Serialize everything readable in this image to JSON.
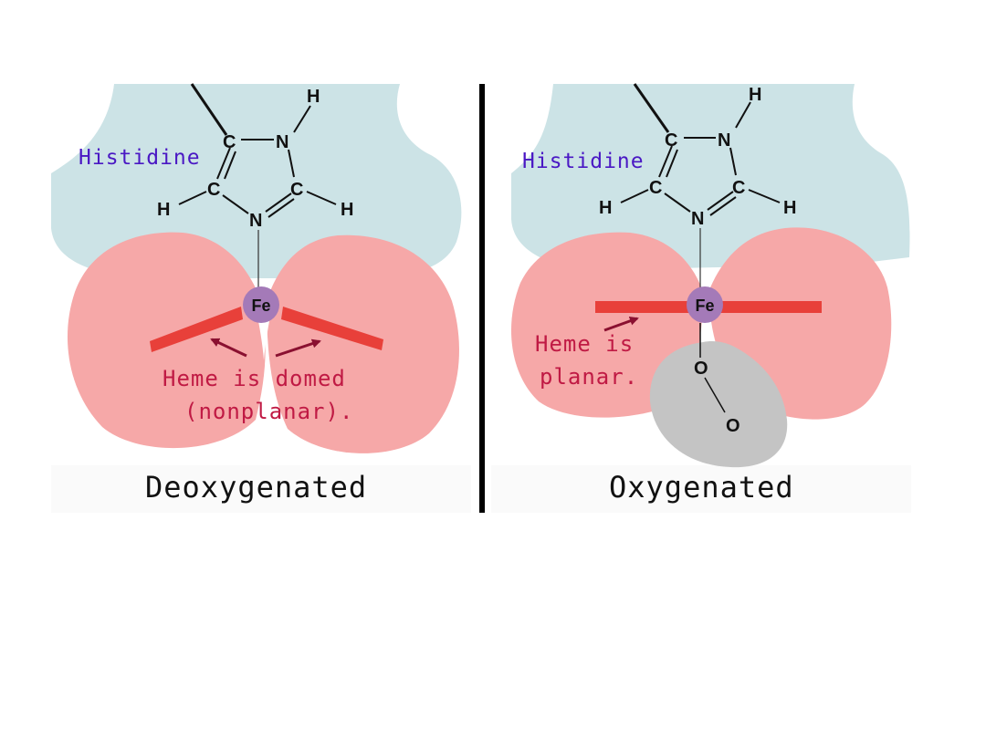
{
  "colors": {
    "background": "#ffffff",
    "protein": "#cce3e6",
    "heme_pocket": "#f6a8a8",
    "heme_plane": "#e8403a",
    "iron": "#a47ab8",
    "oxygen": "#c4c4c4",
    "residue_label": "#4a18c4",
    "annotation": "#c01a44",
    "arrow": "#8a1030",
    "divider": "#000000"
  },
  "panels": [
    {
      "title": "Deoxygenated",
      "residue_label": "Histidine",
      "atoms": {
        "iron": "Fe",
        "c1": "C",
        "n1": "N",
        "c2": "C",
        "c3": "C",
        "n2": "N",
        "h1": "H",
        "h2": "H",
        "h3": "H"
      },
      "heme_note_lines": [
        "Heme is domed",
        "(nonplanar)."
      ],
      "heme_shape": "domed"
    },
    {
      "title": "Oxygenated",
      "residue_label": "Histidine",
      "atoms": {
        "iron": "Fe",
        "c1": "C",
        "n1": "N",
        "c2": "C",
        "c3": "C",
        "n2": "N",
        "h1": "H",
        "h2": "H",
        "h3": "H",
        "o1": "O",
        "o2": "O"
      },
      "heme_note_lines": [
        "Heme is",
        "planar."
      ],
      "heme_shape": "planar"
    }
  ]
}
